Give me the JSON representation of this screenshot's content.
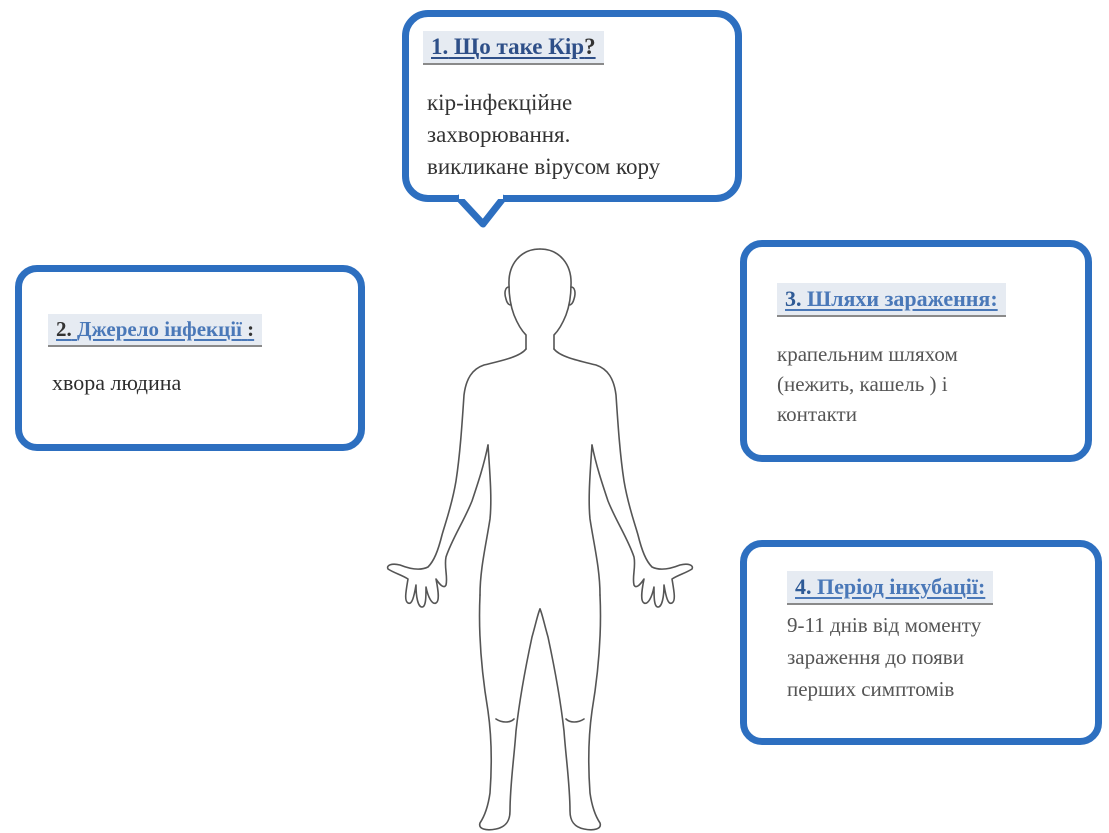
{
  "cards": {
    "what": {
      "num": "1.",
      "title": "Що таке Кір",
      "tail": "?",
      "lines": [
        "кір-інфекційне",
        "захворювання.",
        "викликане вірусом кору"
      ]
    },
    "source": {
      "num": "2.",
      "title": "Джерело інфекції",
      "tail": ":",
      "lines": [
        "хвора людина"
      ]
    },
    "routes": {
      "num": "3.",
      "title": "Шляхи зараження:",
      "lines": [
        "крапельним шляхом",
        "(нежить, кашель ) і",
        "контакти"
      ]
    },
    "incubation": {
      "num": "4.",
      "title": "Період інкубації:",
      "lines": [
        "9-11  днів від моменту",
        "зараження до появи",
        "перших симптомів"
      ]
    }
  },
  "colors": {
    "border": "#2d6fc0"
  },
  "figure_icon": "human-body-outline"
}
